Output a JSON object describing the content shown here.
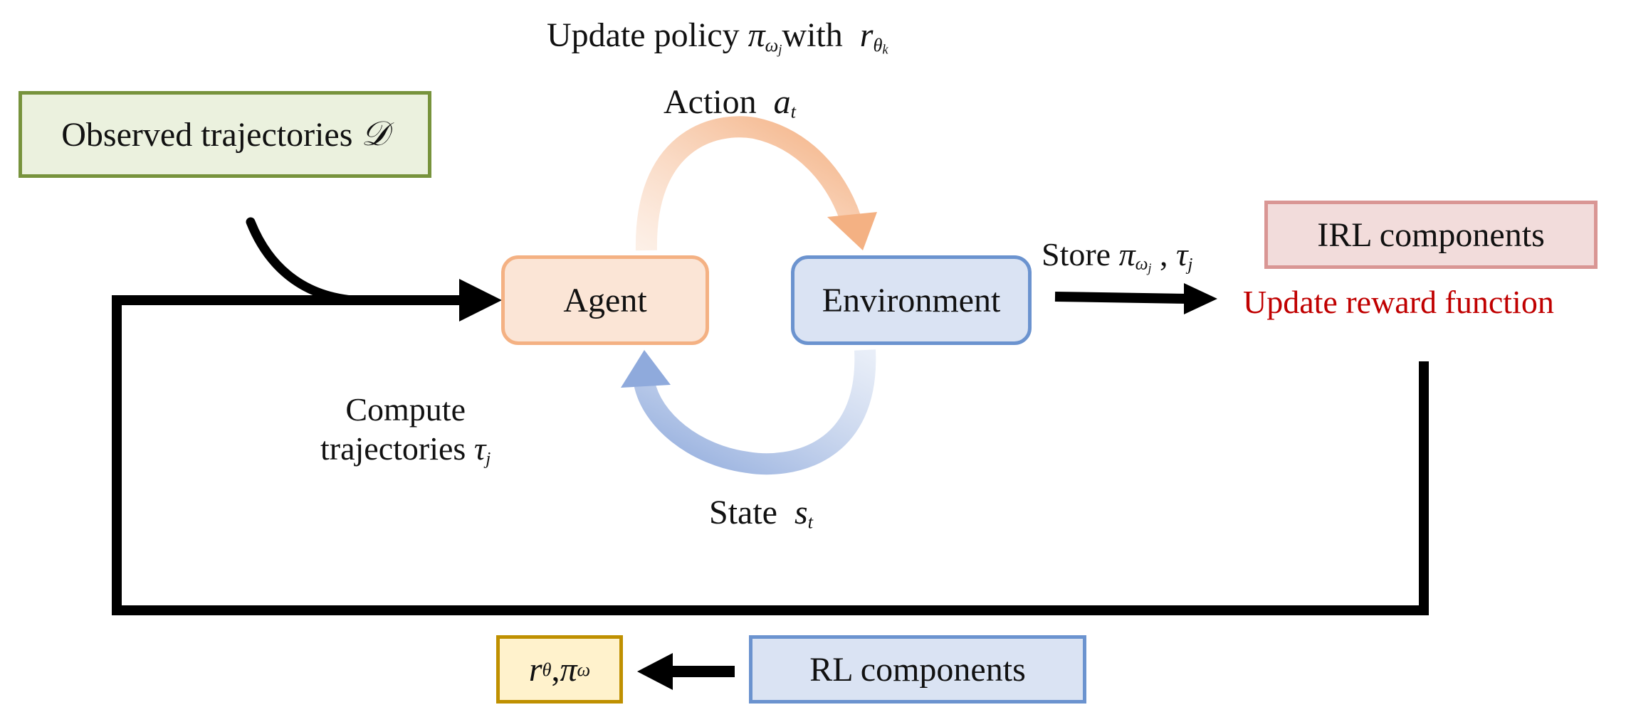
{
  "boxes": {
    "observed": {
      "label": "Observed trajectories",
      "symbol": "𝒟"
    },
    "agent": {
      "label": "Agent"
    },
    "environment": {
      "label": "Environment"
    },
    "irl": {
      "label": "IRL components"
    },
    "rl": {
      "label": "RL components"
    },
    "result": {
      "r": "r",
      "r_sub": "θ",
      "sep": " ,",
      "pi": "π",
      "pi_sub": "ω"
    }
  },
  "labels": {
    "update_policy": {
      "prefix": "Update policy ",
      "pi": "π",
      "pi_sub": "ω",
      "pi_subsub": "j",
      "mid": "with ",
      "r": "r",
      "r_sub": "θ",
      "r_subsub": "k"
    },
    "action": {
      "text": "Action ",
      "symbol": "a",
      "sub": "t"
    },
    "store": {
      "text": "Store ",
      "pi": "π",
      "pi_sub": "ω",
      "pi_subsub": "j",
      "sep": " , ",
      "tau": "τ",
      "tau_sub": "j"
    },
    "update_reward": {
      "text": "Update reward function"
    },
    "compute": {
      "line1": "Compute",
      "line2": "trajectories ",
      "tau": "τ",
      "tau_sub": "j"
    },
    "state": {
      "text": "State ",
      "symbol": "s",
      "sub": "t"
    }
  },
  "colors": {
    "observed_fill": "#ebf1de",
    "observed_border": "#77933c",
    "agent_fill": "#fbe5d6",
    "agent_border": "#f4b183",
    "environment_fill": "#dae3f3",
    "environment_border": "#6b93cf",
    "irl_fill": "#f2dcdb",
    "irl_border": "#d99694",
    "result_fill": "#fff2cc",
    "result_border": "#bf9000",
    "reward_text": "#c00000",
    "action_arrow": "#f8cbad",
    "state_arrow": "#b4c7e7"
  }
}
